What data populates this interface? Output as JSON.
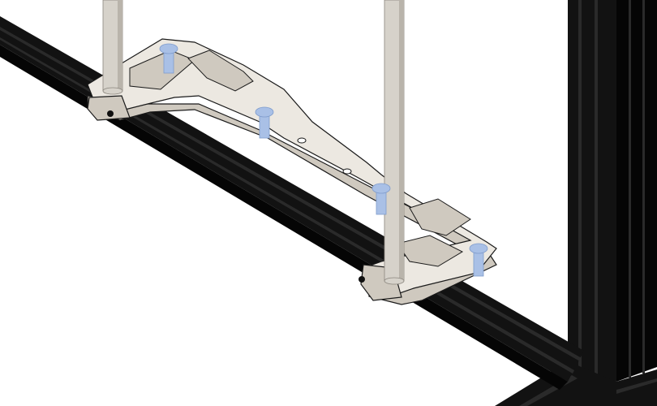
{
  "viewport": {
    "background_color": "#ffffff"
  },
  "scene": {
    "colors": {
      "extrusion": "#121212",
      "extrusion_dark": "#050505",
      "extrusion_light": "#2a2a2a",
      "bracket_top": "#ece8e1",
      "bracket_side": "#cfc9bf",
      "bracket_edge": "#1a1a1a",
      "rod": "#d6d2ca",
      "rod_shade": "#b9b4ab",
      "screw": "#a9c0e6",
      "screw_dark": "#7f9ccc",
      "set_screw": "#101010"
    },
    "components": [
      "frame-rail",
      "vertical-extrusion",
      "base-extrusion",
      "mount-bracket",
      "guide-rod-left",
      "guide-rod-right",
      "screw",
      "set-screw"
    ]
  }
}
